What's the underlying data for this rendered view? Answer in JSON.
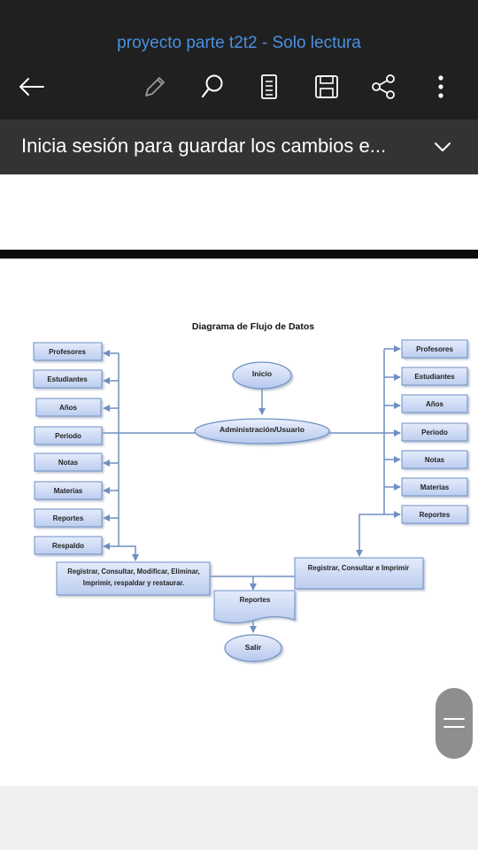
{
  "topbar": {
    "document_title": "proyecto parte t2t2 - Solo lectura",
    "icons": [
      "back-arrow-icon",
      "edit-pencil-icon",
      "search-icon",
      "reading-mode-icon",
      "save-icon",
      "share-icon",
      "more-vertical-icon"
    ]
  },
  "banner": {
    "message": "Inicia sesión para guardar los cambios e...",
    "icon": "chevron-down-icon"
  },
  "diagram": {
    "title": "Diagrama de Flujo de Datos",
    "start": "Inicio",
    "center": "Administración/Usuario",
    "left_entities": [
      "Profesores",
      "Estudiantes",
      "Años",
      "Periodo",
      "Notas",
      "Materias",
      "Reportes",
      "Respaldo"
    ],
    "right_entities": [
      "Profesores",
      "Estudiantes",
      "Años",
      "Periodo",
      "Notas",
      "Materias",
      "Reportes"
    ],
    "left_process_line1": "Registrar, Consultar, Modificar, Eliminar,",
    "left_process_line2": "Imprimir, respaldar y restaurar.",
    "right_process": "Registrar, Consultar e Imprimir",
    "document": "Reportes",
    "end": "Salir"
  },
  "colors": {
    "topbar": "#202020",
    "banner": "#333333",
    "title_accent": "#4a90e2",
    "diagram_box": "#cfdcf5",
    "diagram_border": "#6d8fc4",
    "diagram_line": "#6f8fc0"
  }
}
